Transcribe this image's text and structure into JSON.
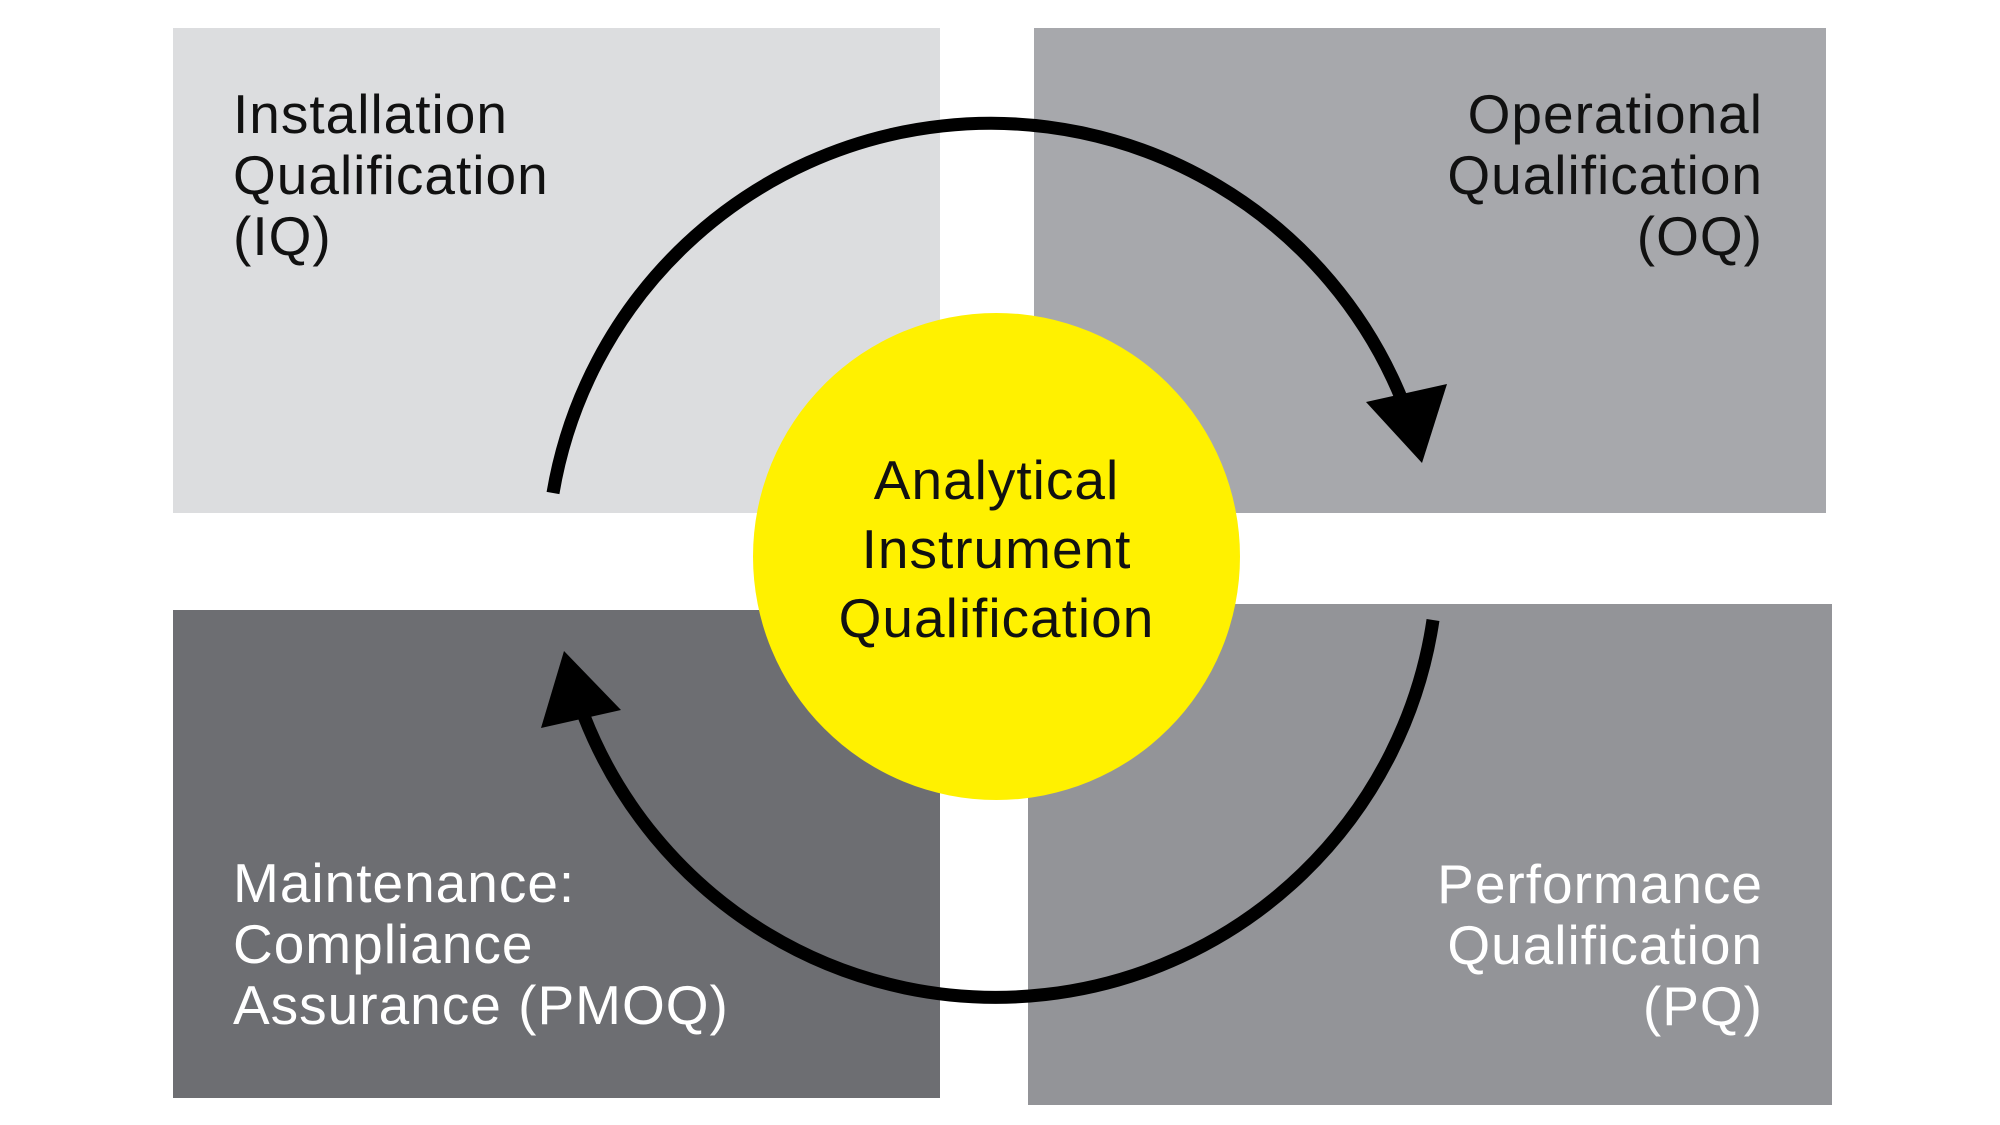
{
  "diagram": {
    "center": {
      "label": "Analytical\nInstrument\nQualification",
      "color": "#fff100"
    },
    "quadrants": [
      {
        "id": "iq",
        "label": "Installation\nQualification\n(IQ)",
        "color": "#dcdddf",
        "text_color": "#111111"
      },
      {
        "id": "oq",
        "label": "Operational\nQualification\n(OQ)",
        "color": "#a7a8ac",
        "text_color": "#111111"
      },
      {
        "id": "pq",
        "label": "Performance\nQualification\n(PQ)",
        "color": "#939498",
        "text_color": "#ffffff"
      },
      {
        "id": "pmoq",
        "label": "Maintenance:\nCompliance\nAssurance (PMOQ)",
        "color": "#6d6e72",
        "text_color": "#ffffff"
      }
    ],
    "cycle_arrows": [
      {
        "from": "IQ",
        "to": "OQ",
        "direction": "clockwise"
      },
      {
        "from": "PQ",
        "to": "PMOQ",
        "direction": "clockwise"
      }
    ]
  }
}
